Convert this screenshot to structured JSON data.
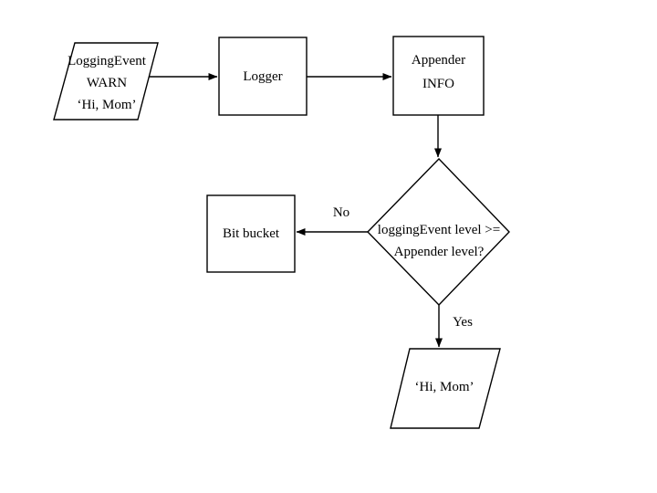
{
  "diagram": {
    "title": "logging event flowchart",
    "background_color": "#ffffff",
    "line_color": "#000000",
    "nodes": {
      "logging_event": {
        "shape": "parallelogram",
        "lines": [
          "LoggingEvent",
          "WARN",
          "‘Hi, Mom’"
        ]
      },
      "logger": {
        "shape": "rectangle",
        "lines": [
          "Logger"
        ]
      },
      "appender": {
        "shape": "rectangle",
        "lines": [
          "Appender",
          "INFO"
        ]
      },
      "decision": {
        "shape": "diamond",
        "lines": [
          "loggingEvent level >=",
          "Appender level?"
        ]
      },
      "bit_bucket": {
        "shape": "rectangle",
        "lines": [
          "Bit bucket"
        ]
      },
      "output_message": {
        "shape": "parallelogram",
        "lines": [
          "‘Hi, Mom’"
        ]
      }
    },
    "edges": {
      "no_label": "No",
      "yes_label": "Yes"
    }
  }
}
